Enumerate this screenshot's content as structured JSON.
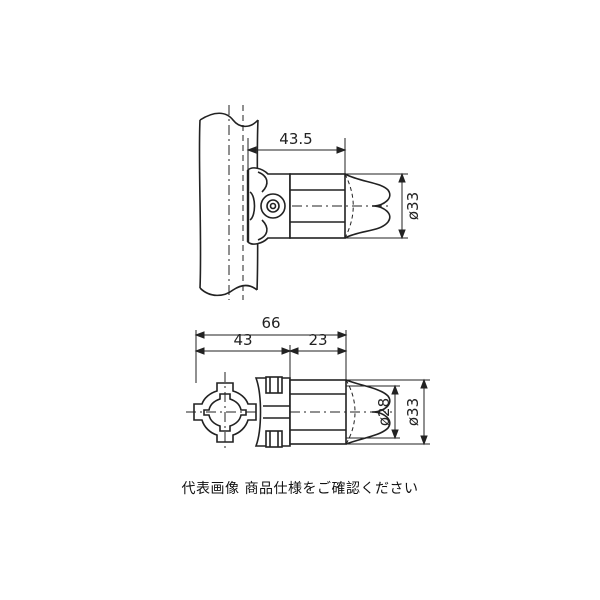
{
  "dimensions": {
    "top_width": "43.5",
    "top_diameter": "ø33",
    "overall_length": "66",
    "left_length": "43",
    "right_length": "23",
    "inner_diameter": "ø28",
    "outer_diameter": "ø33"
  },
  "caption": "代表画像 商品仕様をご確認ください",
  "colors": {
    "line": "#222222",
    "fill": "#ffffff",
    "background": "#ffffff"
  }
}
